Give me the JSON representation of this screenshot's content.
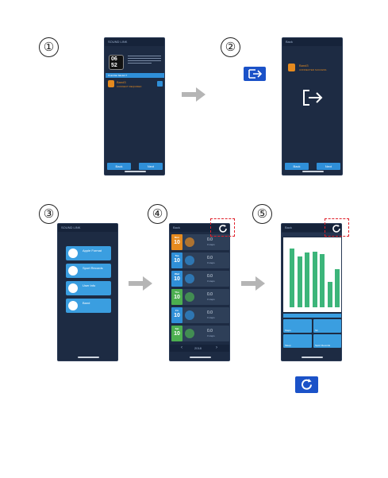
{
  "steps": [
    "①",
    "②",
    "③",
    "④",
    "⑤"
  ],
  "phone1": {
    "title": "SOUND LINK",
    "time_hours": "06",
    "time_minutes": "52",
    "selected_label": "PLEASE SELECT",
    "device_name": "Band3",
    "device_sub": "CONNECT REQUIRED",
    "btn_left": "Back",
    "btn_right": "Next"
  },
  "phone2": {
    "title": "Back",
    "device_name": "Band3",
    "device_sub": "CONNECTED SUCCESS",
    "btn_left": "Back",
    "btn_right": "Next"
  },
  "phone3": {
    "title": "SOUND LINK",
    "menu": [
      {
        "label": "Apple Format",
        "icon": "health-icon"
      },
      {
        "label": "Sport Records",
        "icon": "sport-icon"
      },
      {
        "label": "User Info",
        "icon": "user-icon"
      },
      {
        "label": "Band",
        "icon": "band-icon"
      }
    ]
  },
  "phone4": {
    "title": "Back",
    "cards": [
      {
        "day": "Mon",
        "num": "10",
        "color": "#e58a1f",
        "val": "0.0",
        "sub": "0 steps"
      },
      {
        "day": "Tue",
        "num": "10",
        "color": "#2f8fd8",
        "val": "0.0",
        "sub": "0 steps"
      },
      {
        "day": "Wed",
        "num": "10",
        "color": "#2f8fd8",
        "val": "0.0",
        "sub": "0 steps"
      },
      {
        "day": "Thu",
        "num": "10",
        "color": "#4caf50",
        "val": "0.0",
        "sub": "0 steps"
      },
      {
        "day": "Fri",
        "num": "10",
        "color": "#2f8fd8",
        "val": "0.0",
        "sub": "0 steps"
      },
      {
        "day": "Sat",
        "num": "10",
        "color": "#4caf50",
        "val": "0.0",
        "sub": "0 steps"
      }
    ],
    "pager": "2018"
  },
  "phone5": {
    "title": "Back",
    "bars": [
      0.92,
      0.8,
      0.86,
      0.88,
      0.84,
      0.4,
      0.6
    ],
    "tiles": [
      {
        "label": "Steps"
      },
      {
        "label": "Sit"
      },
      {
        "label": "Sleep"
      },
      {
        "label": "Sport Records"
      }
    ]
  },
  "colors": {
    "phone_bg": "#1d2b43",
    "accent": "#2f8fd8",
    "bar_green": "#3cb57a",
    "dash_red": "#e0202a",
    "arrow_gray": "#b5b5b5"
  }
}
